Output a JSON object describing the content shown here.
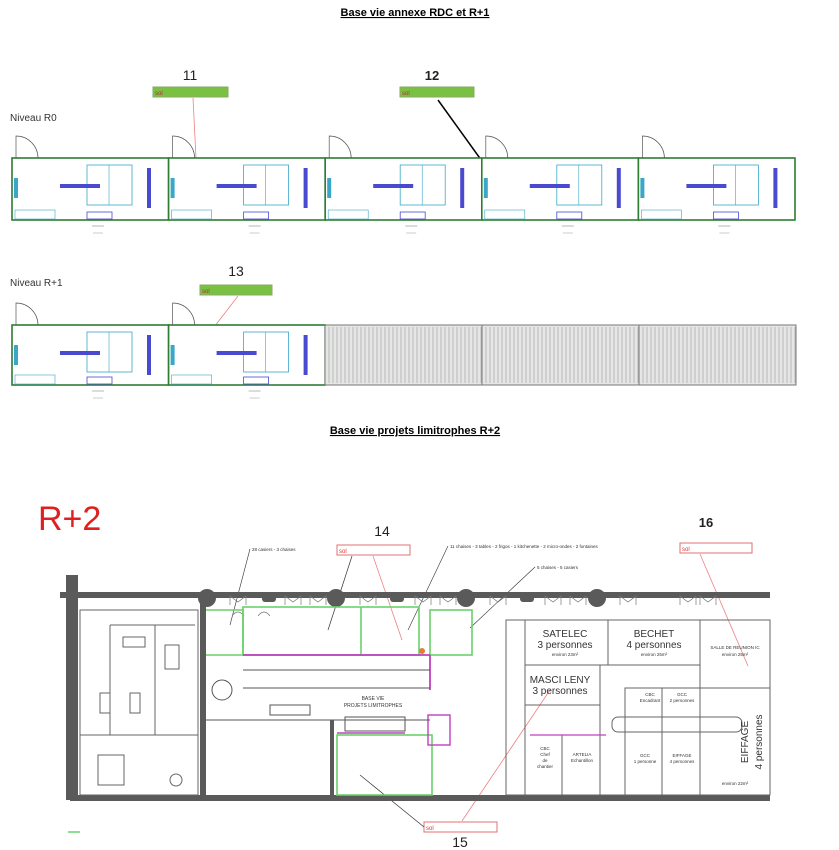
{
  "titles": {
    "top": "Base vie annexe RDC et R+1",
    "bottom": "Base vie projets limitrophes R+2",
    "r2": "R+2"
  },
  "levels": {
    "r0": "Niveau R0",
    "r1": "Niveau R+1"
  },
  "markers": [
    {
      "number": "11",
      "tag": "sol",
      "color": "#7ac143"
    },
    {
      "number": "12",
      "tag": "sol",
      "color": "#7ac143"
    },
    {
      "number": "13",
      "tag": "sol",
      "color": "#7ac143"
    },
    {
      "number": "14",
      "tag": "sol",
      "color": "#ffffff"
    },
    {
      "number": "15",
      "tag": "sol",
      "color": "#ffffff"
    },
    {
      "number": "16",
      "tag": "sol",
      "color": "#ffffff"
    }
  ],
  "annotations": {
    "a1": "28 casiers - 3 chaises",
    "a2": "11 chaises - 3 tables - 2 frigos - 1 kitchenette - 2 micro-ondes - 2 fontaines",
    "a3": "5 chaises - 5 casiers"
  },
  "rooms": {
    "base_vie_1": "BASE VIE",
    "base_vie_2": "PROJETS LIMITROPHES",
    "satelec": "SATELEC",
    "satelec_p": "3 personnes",
    "satelec_a": "environ 23m²",
    "bechet": "BECHET",
    "bechet_p": "4 personnes",
    "bechet_a": "environ 25m²",
    "salle": "SALLE DE REUNION IC",
    "salle_a": "environ 25m²",
    "masci": "MASCI LENY",
    "masci_p": "3 personnes",
    "cbc_enc": "CBC",
    "cbc_enc2": "Encadrant",
    "gcc2": "GCC",
    "gcc2_p": "2 personnes",
    "cbc_chef": "CBC",
    "cbc_chef2": "Chef",
    "cbc_chef3": "de",
    "cbc_chef4": "chantier",
    "artelia": "ARTELIA",
    "artelia2": "Echantillon",
    "gcc1": "GCC",
    "gcc1_p": "1 personne",
    "eiffage_s": "EIFFAGE",
    "eiffage_s_p": "4 personnes",
    "eiffage": "EIFFAGE",
    "eiffage_p": "4 personnes",
    "eiffage_a": "environ 22m²"
  },
  "colors": {
    "green": "#2e7d32",
    "blue": "#4a4ad0",
    "cyan": "#3aa6c9",
    "magenta": "#c040c0",
    "red": "#e02020",
    "perimeter": "#6ad06a"
  }
}
